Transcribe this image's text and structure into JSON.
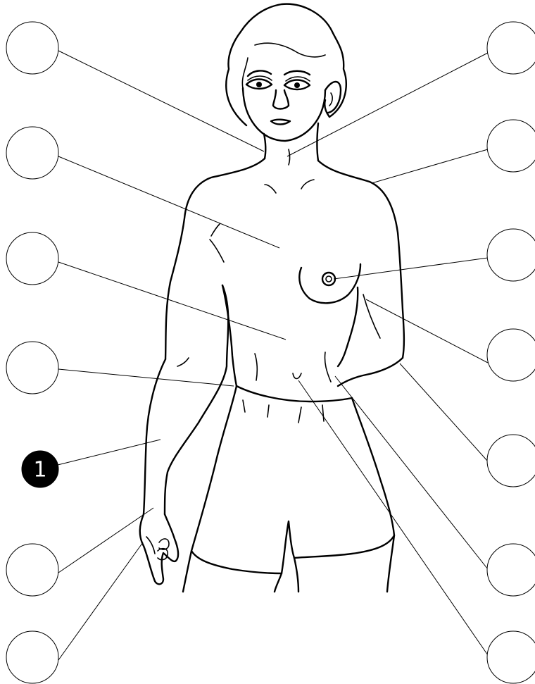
{
  "diagram": {
    "callouts": [
      {
        "id": "left-1",
        "label": ""
      },
      {
        "id": "left-2",
        "label": ""
      },
      {
        "id": "left-3",
        "label": ""
      },
      {
        "id": "left-4",
        "label": ""
      },
      {
        "id": "left-5",
        "label": "1"
      },
      {
        "id": "left-6",
        "label": ""
      },
      {
        "id": "left-7",
        "label": ""
      },
      {
        "id": "right-1",
        "label": ""
      },
      {
        "id": "right-2",
        "label": ""
      },
      {
        "id": "right-3",
        "label": ""
      },
      {
        "id": "right-4",
        "label": ""
      },
      {
        "id": "right-5",
        "label": ""
      },
      {
        "id": "right-6",
        "label": ""
      },
      {
        "id": "right-7",
        "label": ""
      }
    ],
    "colors": {
      "ink": "#000000",
      "background": "#ffffff"
    }
  }
}
